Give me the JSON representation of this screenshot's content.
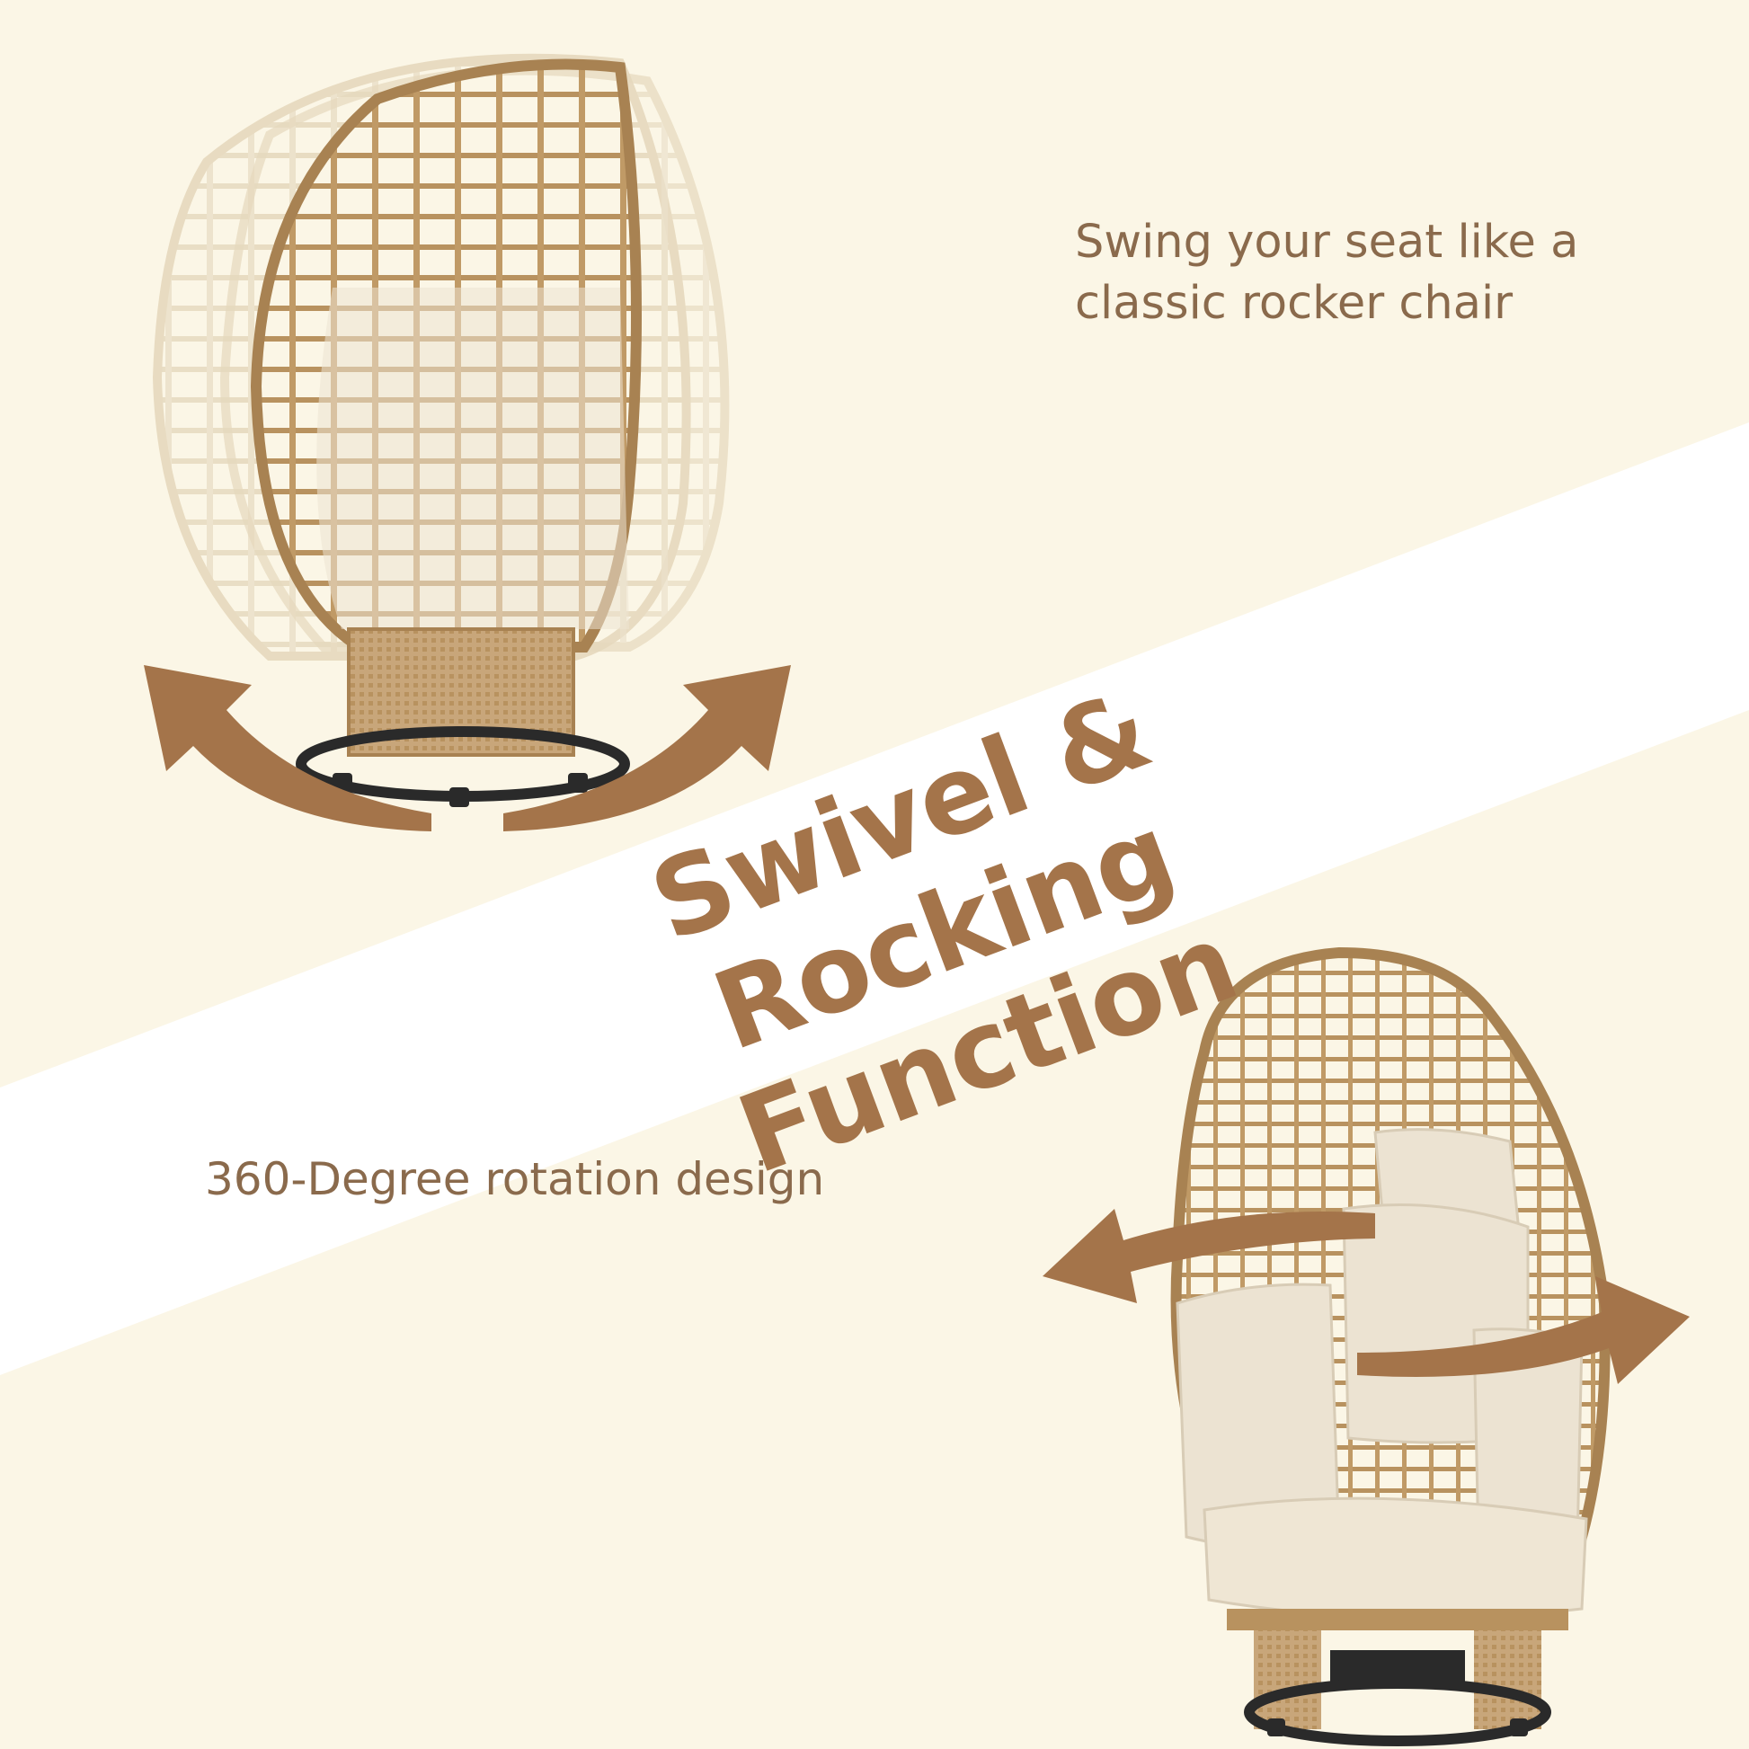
{
  "headline": {
    "line1": "Swivel & Rocking",
    "line2": "Function"
  },
  "captions": {
    "rocking": {
      "line1": "Swing your seat like a",
      "line2": "classic rocker chair"
    },
    "swivel": "360-Degree rotation design"
  },
  "colors": {
    "background": "#fbf6e6",
    "banner": "#ffffff",
    "accent_brown": "#a4744a",
    "caption_brown": "#8a6a4c",
    "wicker_tan": "#b8925f",
    "cushion_beige": "#ece3d2",
    "metal_base": "#2a2a2a"
  },
  "icons": {
    "rocking_arrows": "curved-double-arrow-icon",
    "swivel_arrows": "rotation-arrow-icon"
  }
}
